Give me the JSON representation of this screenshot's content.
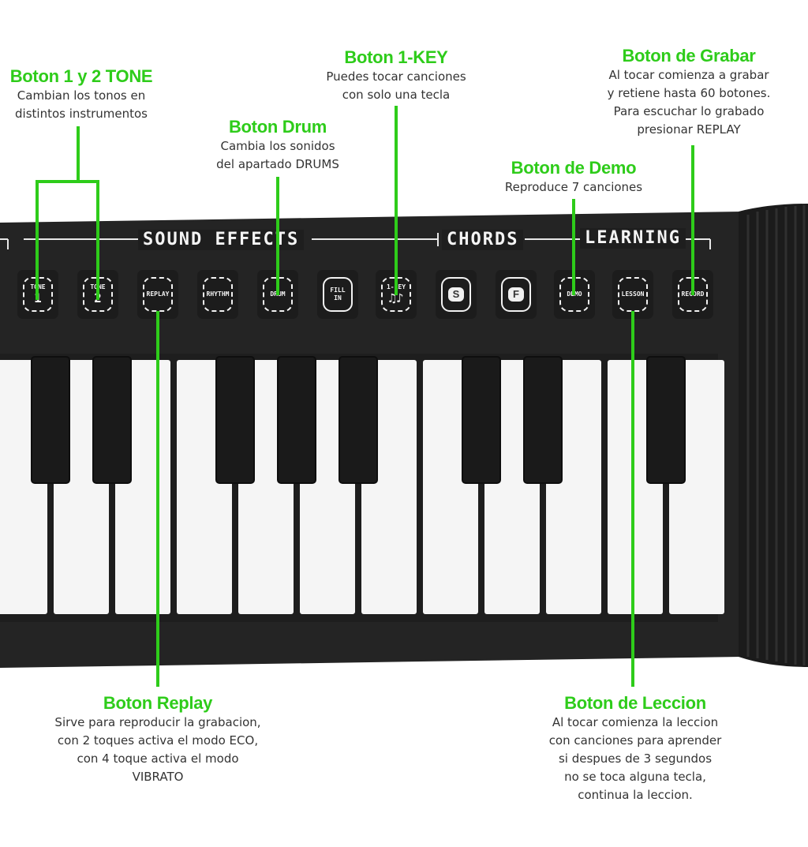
{
  "colors": {
    "accent": "#2ecc1a",
    "desc_text": "#333333",
    "panel": "#1e1e1e",
    "key_white": "#f5f5f5",
    "key_black": "#1a1a1a"
  },
  "sections": {
    "sound_effects": "SOUND EFFECTS",
    "chords": "CHORDS",
    "learning": "LEARNING"
  },
  "buttons": [
    {
      "id": "tone1",
      "top": "TONE",
      "num": "1"
    },
    {
      "id": "tone2",
      "top": "TONE",
      "num": "2"
    },
    {
      "id": "replay",
      "top": "REPLAY",
      "num": ""
    },
    {
      "id": "rhythm",
      "top": "RHYTHM",
      "num": ""
    },
    {
      "id": "drum",
      "top": "DRUM",
      "num": ""
    },
    {
      "id": "fillin",
      "top": "FILL",
      "num": "IN"
    },
    {
      "id": "onekey",
      "top": "1-KEY",
      "num": "♫♪"
    },
    {
      "id": "chord_s",
      "top": "S",
      "num": ""
    },
    {
      "id": "chord_f",
      "top": "F",
      "num": ""
    },
    {
      "id": "demo",
      "top": "DEMO",
      "num": ""
    },
    {
      "id": "lesson",
      "top": "LESSON",
      "num": ""
    },
    {
      "id": "record",
      "top": "RECORD",
      "num": ""
    }
  ],
  "callouts": {
    "tone": {
      "title": "Boton 1 y 2 TONE",
      "lines": [
        "Cambian los tonos en",
        "distintos instrumentos"
      ]
    },
    "drum": {
      "title": "Boton Drum",
      "lines": [
        "Cambia los sonidos",
        "del apartado DRUMS"
      ]
    },
    "onekey": {
      "title": "Boton 1-KEY",
      "lines": [
        "Puedes tocar canciones",
        "con solo una tecla"
      ]
    },
    "demo": {
      "title": "Boton de Demo",
      "lines": [
        "Reproduce 7 canciones"
      ]
    },
    "record": {
      "title": "Boton de Grabar",
      "lines": [
        "Al tocar comienza a grabar",
        "y retiene hasta 60 botones.",
        "Para escuchar lo grabado",
        "presionar REPLAY"
      ]
    },
    "replay": {
      "title": "Boton Replay",
      "lines": [
        "Sirve para reproducir la grabacion,",
        "con 2 toques activa el modo ECO,",
        "con 4 toque activa el modo",
        "VIBRATO"
      ]
    },
    "lesson": {
      "title": "Boton de Leccion",
      "lines": [
        "Al tocar comienza la leccion",
        "con canciones para aprender",
        "si despues de 3 segundos",
        "no se toca alguna tecla,",
        "continua la leccion."
      ]
    }
  }
}
